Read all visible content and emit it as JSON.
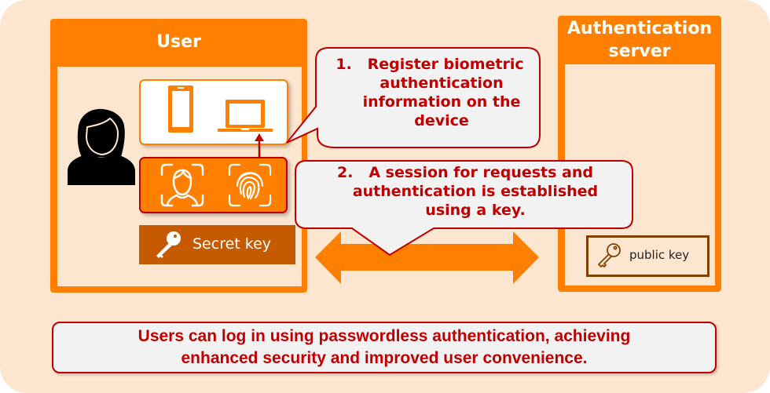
{
  "panels": {
    "user": {
      "title": "User"
    },
    "auth_server": {
      "title_line1": "Authentication",
      "title_line2": "server"
    }
  },
  "keys": {
    "secret": {
      "label": "Secret key",
      "icon": "key-icon"
    },
    "public": {
      "label": "public key",
      "icon": "key-outline-icon"
    }
  },
  "devices": [
    "smartphone-icon",
    "laptop-icon"
  ],
  "biometrics": [
    "face-recognition-icon",
    "fingerprint-icon"
  ],
  "callouts": [
    {
      "number": "1.",
      "line1": "Register biometric",
      "line2": "authentication",
      "line3": "information on the",
      "line4": "device"
    },
    {
      "number": "2.",
      "line1": "A session for requests and",
      "line2": "authentication is established",
      "line3": "using a key."
    }
  ],
  "summary": {
    "line1": "Users can log in using passwordless authentication, achieving",
    "line2": "enhanced security and improved user convenience."
  },
  "colors": {
    "background": "#fde6cf",
    "orange": "#ff8000",
    "dark_orange": "#c55a00",
    "red": "#c00000",
    "brown": "#7f4000",
    "callout_fill": "#f2f2f2"
  }
}
